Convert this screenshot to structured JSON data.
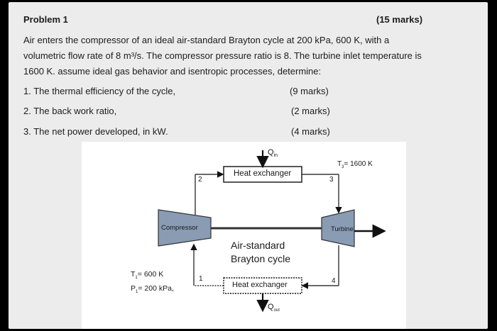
{
  "problem": {
    "title": "Problem 1",
    "marks": "(15 marks)",
    "statement": [
      "Air enters the compressor of an ideal air-standard Brayton cycle at 200 kPa, 600 K, with a",
      "volumetric flow rate of 8 m³/s. The compressor pressure ratio is 8. The turbine inlet temperature is",
      "1600 K. assume ideal gas behavior and isentropic processes, determine:"
    ],
    "questions": [
      {
        "text": "1. The thermal efficiency of the cycle,",
        "marks": "(9 marks)"
      },
      {
        "text": "2. The back work ratio,",
        "marks": "(2 marks)"
      },
      {
        "text": "3. The net power developed, in kW.",
        "marks": "(4 marks)"
      }
    ]
  },
  "diagram": {
    "q_in": "Q",
    "q_in_sub": "in",
    "heat_exchanger_top": "Heat exchanger",
    "heat_exchanger_bottom": "Heat exchanger",
    "q_out": "Q",
    "q_out_sub": "out",
    "compressor": "Compressor",
    "turbine": "Turbine",
    "cycle_line1": "Air-standard",
    "cycle_line2": "Brayton cycle",
    "state1": "1",
    "state2": "2",
    "state3": "3",
    "state4": "4",
    "t3_label": "T",
    "t3_sub": "3",
    "t3_value": "= 1600 K",
    "t1_label": "T",
    "t1_sub": "1",
    "t1_value": "= 600 K",
    "p1_label": "P",
    "p1_sub": "1",
    "p1_value": "= 200 kPa,",
    "colors": {
      "machine_fill": "#8a9bb4",
      "exchanger_fill": "#ffffff",
      "line": "#111111"
    }
  }
}
